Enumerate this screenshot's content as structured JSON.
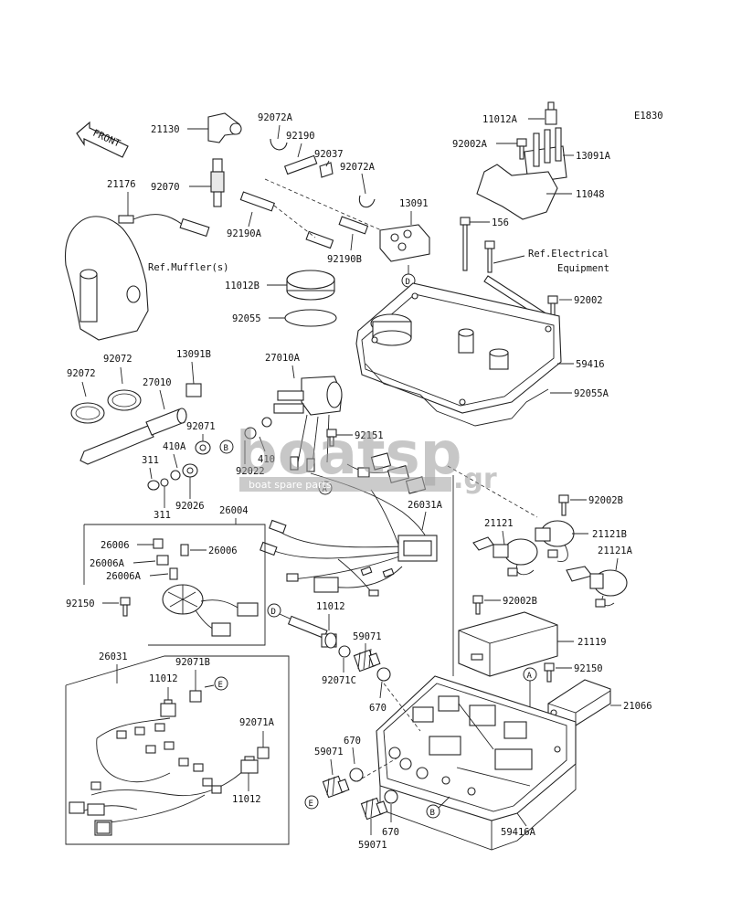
{
  "diagram_code": "E1830",
  "front_label": "FRONT",
  "watermark": {
    "main": "boatsp",
    "suffix": ".gr",
    "sub": "boat spare parts"
  },
  "refs": {
    "muffler": "Ref.Muffler(s)",
    "electrical_1": "Ref.Electrical",
    "electrical_2": "Equipment"
  },
  "part_labels": {
    "p21130": "21130",
    "p92072A_top": "92072A",
    "p92190": "92190",
    "p92037": "92037",
    "p92072A_mid": "92072A",
    "p11012A": "11012A",
    "p92002A": "92002A",
    "p13091A": "13091A",
    "p11048": "11048",
    "p21176": "21176",
    "p92070": "92070",
    "p92190A": "92190A",
    "p92190B": "92190B",
    "p13091": "13091",
    "p156": "156",
    "p11012B": "11012B",
    "p92002": "92002",
    "p92055": "92055",
    "p59416": "59416",
    "p92055A": "92055A",
    "p92072_l": "92072",
    "p92072_r": "92072",
    "p13091B": "13091B",
    "p27010A": "27010A",
    "p27010": "27010",
    "p92071": "92071",
    "p410A": "410A",
    "p92151": "92151",
    "p311_a": "311",
    "p410": "410",
    "p92022": "92022",
    "p311_b": "311",
    "p92026": "92026",
    "p26031A": "26031A",
    "p92002B": "92002B",
    "p26004": "26004",
    "p26006_l": "26006",
    "p26006_r": "26006",
    "p26006A_1": "26006A",
    "p26006A_2": "26006A",
    "p21121": "21121",
    "p21121B": "21121B",
    "p21121A": "21121A",
    "p92150_l": "92150",
    "p11012_mid": "11012",
    "p92002B_2": "92002B",
    "p59071_top": "59071",
    "p21119": "21119",
    "p26031": "26031",
    "p92071B": "92071B",
    "p92071C": "92071C",
    "p92150_r": "92150",
    "p11012_a": "11012",
    "p670_a": "670",
    "p21066": "21066",
    "p92071A": "92071A",
    "p670_b": "670",
    "p59071_l": "59071",
    "p11012_b": "11012",
    "p670_c": "670",
    "p59416A": "59416A",
    "p59071_b": "59071"
  },
  "callouts": {
    "A1": "A",
    "A2": "A",
    "B1": "B",
    "B2": "B",
    "D1": "D",
    "D2": "D",
    "E1": "E",
    "E2": "E"
  }
}
